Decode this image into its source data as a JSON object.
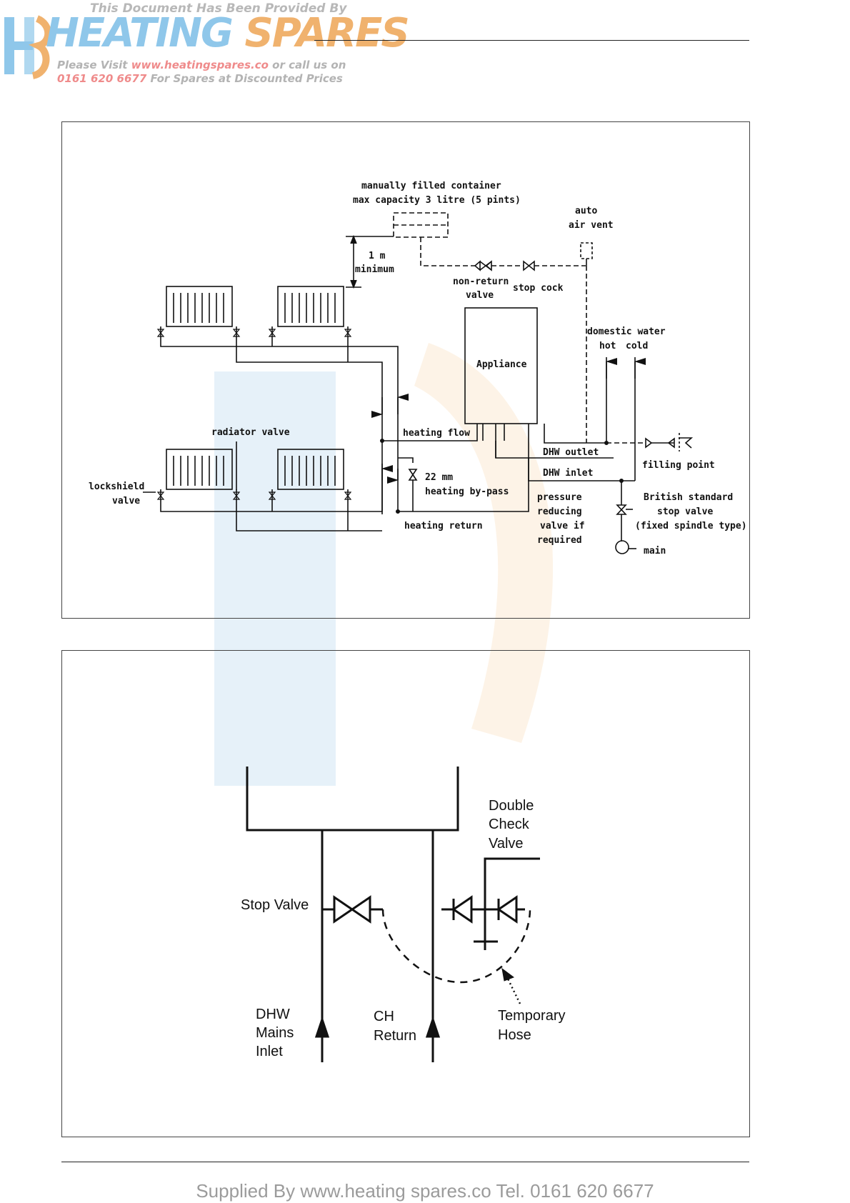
{
  "watermark": {
    "top_line": "This Document Has Been Provided By",
    "brand_part1": "HEATING",
    "brand_part2": "SPARES",
    "visit_prefix": "Please Visit ",
    "visit_url": "www.heatingspares.co",
    "visit_suffix": " or call us on",
    "phone": "0161 620 6677",
    "phone_suffix": " For Spares at Discounted Prices"
  },
  "diagram1": {
    "labels": {
      "container_l1": "manually filled container",
      "container_l2": "max capacity 3 litre (5 pints)",
      "auto_air_vent_l1": "auto",
      "auto_air_vent_l2": "air vent",
      "min_l1": "1 m",
      "min_l2": "minimum",
      "non_return_l1": "non-return",
      "non_return_l2": "valve",
      "stop_cock": "stop cock",
      "appliance": "Appliance",
      "domestic_water": "domestic water",
      "hot": "hot",
      "cold": "cold",
      "radiator_valve": "radiator valve",
      "heating_flow": "heating flow",
      "dhw_outlet": "DHW outlet",
      "dhw_inlet": "DHW inlet",
      "filling_point": "filling point",
      "lockshield_l1": "lockshield",
      "lockshield_l2": "valve",
      "bypass_l1": "22 mm",
      "bypass_l2": "heating by-pass",
      "prv_l1": "pressure",
      "prv_l2": "reducing",
      "prv_l3": "valve if",
      "prv_l4": "required",
      "bs_l1": "British standard",
      "bs_l2": "stop valve",
      "bs_l3": "(fixed spindle type)",
      "main": "main",
      "heating_return": "heating return"
    }
  },
  "diagram2": {
    "labels": {
      "dcv_l1": "Double",
      "dcv_l2": "Check",
      "dcv_l3": "Valve",
      "stop_valve": "Stop Valve",
      "dhw_l1": "DHW",
      "dhw_l2": "Mains",
      "dhw_l3": "Inlet",
      "ch_l1": "CH",
      "ch_l2": "Return",
      "hose_l1": "Temporary",
      "hose_l2": "Hose"
    }
  },
  "footer": {
    "text": "Supplied By www.heating spares.co  Tel. 0161 620 6677"
  }
}
